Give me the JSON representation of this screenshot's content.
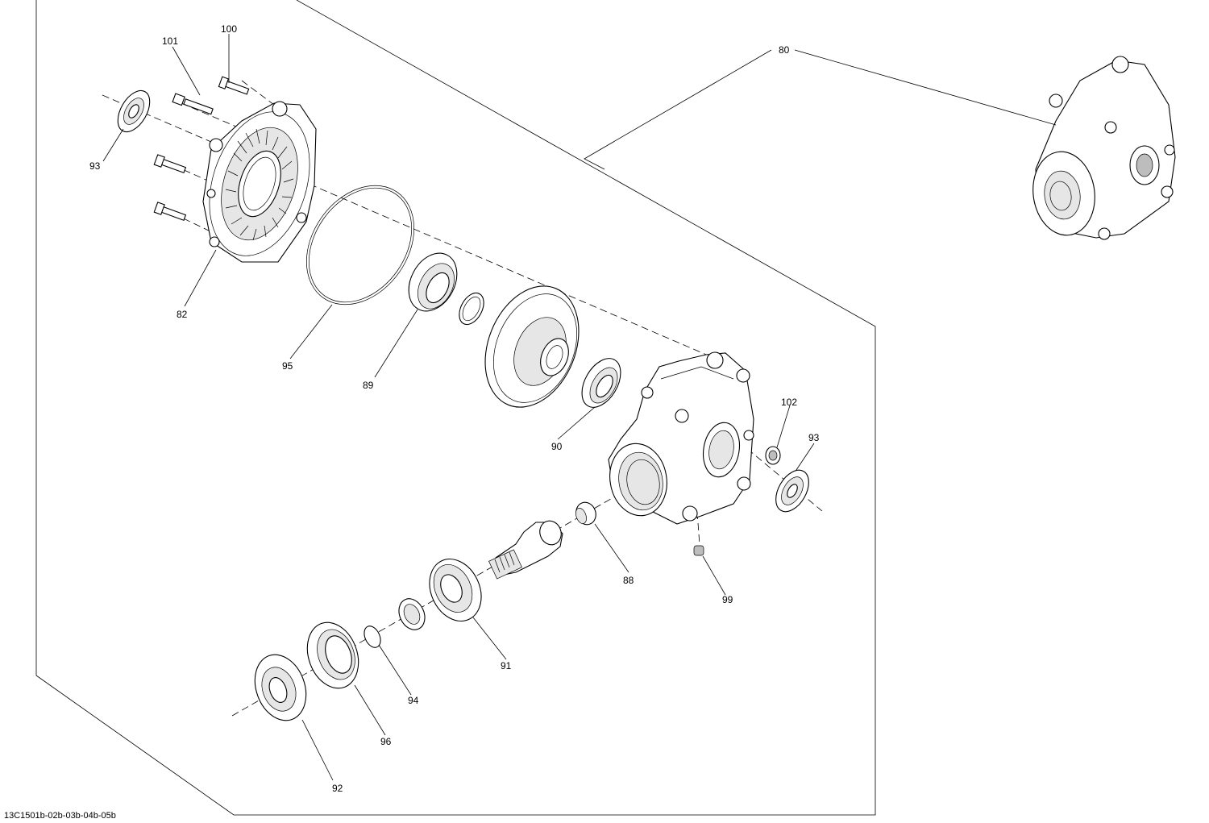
{
  "diagram": {
    "reference_code": "13C1501b-02b-03b-04b-05b",
    "callouts": {
      "c80": "80",
      "c82": "82",
      "c88": "88",
      "c89": "89",
      "c90": "90",
      "c91": "91",
      "c92": "92",
      "c93a": "93",
      "c93b": "93",
      "c94": "94",
      "c95": "95",
      "c96": "96",
      "c99": "99",
      "c100": "100",
      "c101": "101",
      "c102": "102"
    },
    "colors": {
      "line": "#000000",
      "background": "#ffffff",
      "shade": "#e6e6e6"
    }
  }
}
